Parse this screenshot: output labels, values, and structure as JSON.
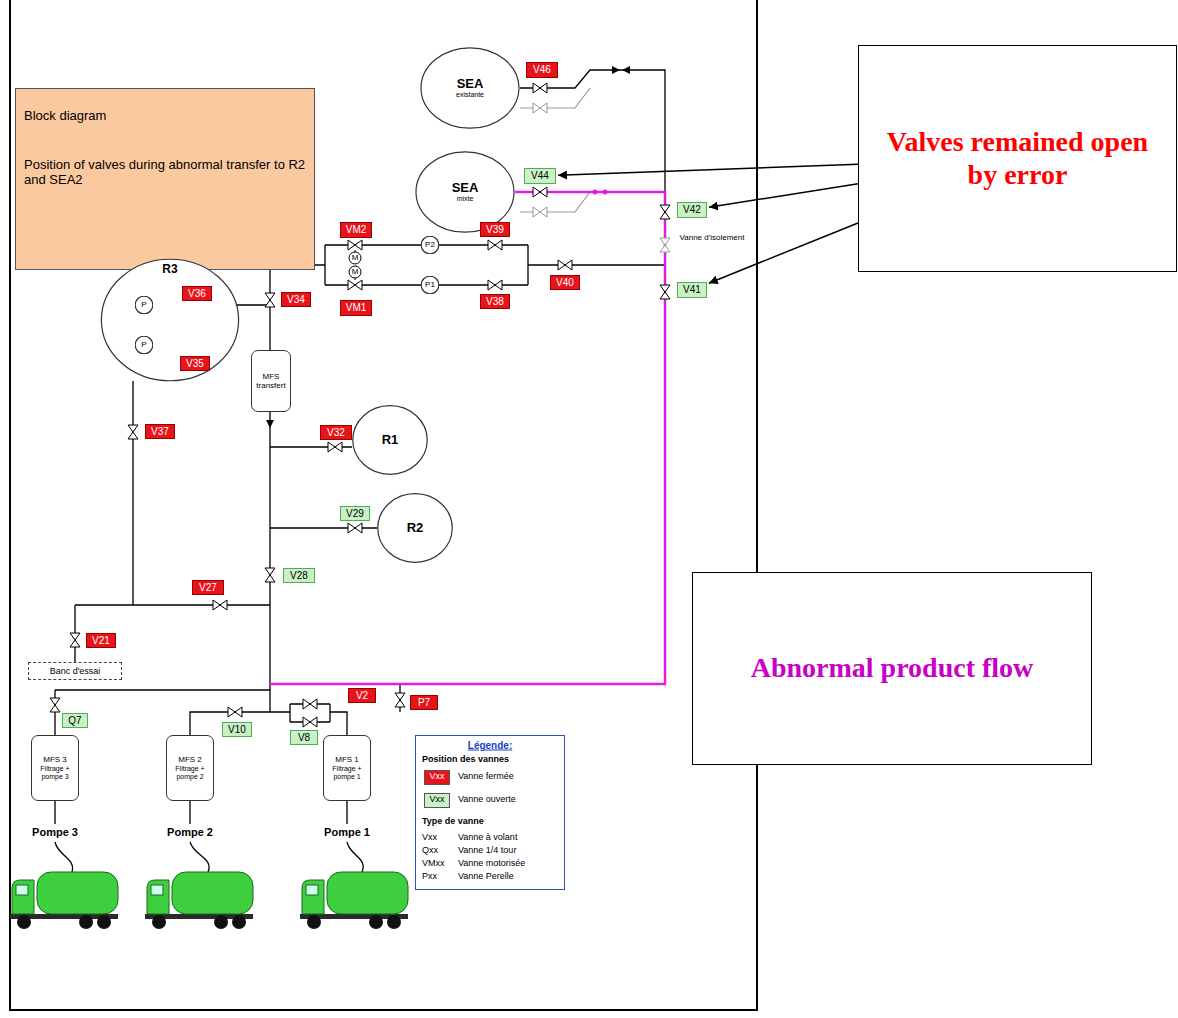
{
  "diagram": {
    "nodes": [
      {
        "text": [
          "Block diagram",
          "Position of valves during abnormal transfer to R2 and SEA2"
        ]
      },
      {
        "text": [
          "SEA",
          "existante"
        ]
      },
      {
        "text": [
          "V46"
        ]
      },
      {
        "text": [
          "Valves remained open by error"
        ]
      },
      {
        "text": [
          "SEA",
          "mixte"
        ]
      },
      {
        "text": [
          "V44"
        ]
      },
      {
        "text": [
          "V42"
        ]
      },
      {
        "text": [
          "VM2"
        ]
      },
      {
        "text": [
          "P2"
        ]
      },
      {
        "text": [
          "V39"
        ]
      },
      {
        "text": [
          "V40"
        ]
      },
      {
        "text": [
          "V41"
        ]
      },
      {
        "text": [
          "R3"
        ]
      },
      {
        "text": [
          "P"
        ],
        "in": 12
      },
      {
        "text": [
          "V36"
        ]
      },
      {
        "text": [
          "V34"
        ]
      },
      {
        "text": [
          "VM1"
        ]
      },
      {
        "text": [
          "P1"
        ]
      },
      {
        "text": [
          "V38"
        ]
      },
      {
        "text": [
          "P"
        ],
        "in": 12
      },
      {
        "text": [
          "V35"
        ]
      },
      {
        "text": [
          "MFS",
          "transfert"
        ]
      },
      {
        "text": [
          "V32"
        ]
      },
      {
        "text": [
          "R1"
        ]
      },
      {
        "text": [
          "V37"
        ]
      },
      {
        "text": [
          "V29"
        ]
      },
      {
        "text": [
          "R2"
        ]
      },
      {
        "text": [
          "V27"
        ]
      },
      {
        "text": [
          "V28"
        ]
      },
      {
        "text": [
          "Abnormal product flow"
        ]
      },
      {
        "text": [
          "V21"
        ]
      },
      {
        "text": [
          "Banc d'essai"
        ]
      },
      {
        "text": [
          "Q7"
        ]
      },
      {
        "text": [
          "V10"
        ]
      },
      {
        "text": [
          "V2"
        ]
      },
      {
        "text": [
          "P7"
        ]
      },
      {
        "text": [
          "V8"
        ]
      },
      {
        "text": [
          "MFS 3",
          "Filtrage + pompe 3"
        ]
      },
      {
        "text": [
          "MFS 2",
          "Filtrage + pompe 2"
        ]
      },
      {
        "text": [
          "MFS 1",
          "Filtrage + pompe 1"
        ]
      }
    ],
    "edges": [
      {
        "from": 3,
        "to": 5,
        "arrow": "to"
      },
      {
        "from": 3,
        "to": 6,
        "arrow": "to"
      },
      {
        "from": 3,
        "to": 11,
        "arrow": "to"
      }
    ],
    "labels": [
      "Vanne d'isolement",
      "M",
      "M",
      "Pompe 3",
      "Pompe 2",
      "Pompe 1",
      "Légende:",
      "Position des vannes",
      "Vxx",
      "Vxx",
      "Type de vanne",
      "Vxx",
      "Vanne à volant",
      "Qxx",
      "Vanne 1/4 tour",
      "VMxx",
      "Vanne motorisée",
      "Pxx",
      "Vanne Perelle"
    ],
    "legend": [
      {
        "text": "Vanne fermée",
        "color": "#e8141c"
      },
      {
        "text": "Vanne ouverte",
        "color": "#c9f2c4"
      }
    ]
  }
}
